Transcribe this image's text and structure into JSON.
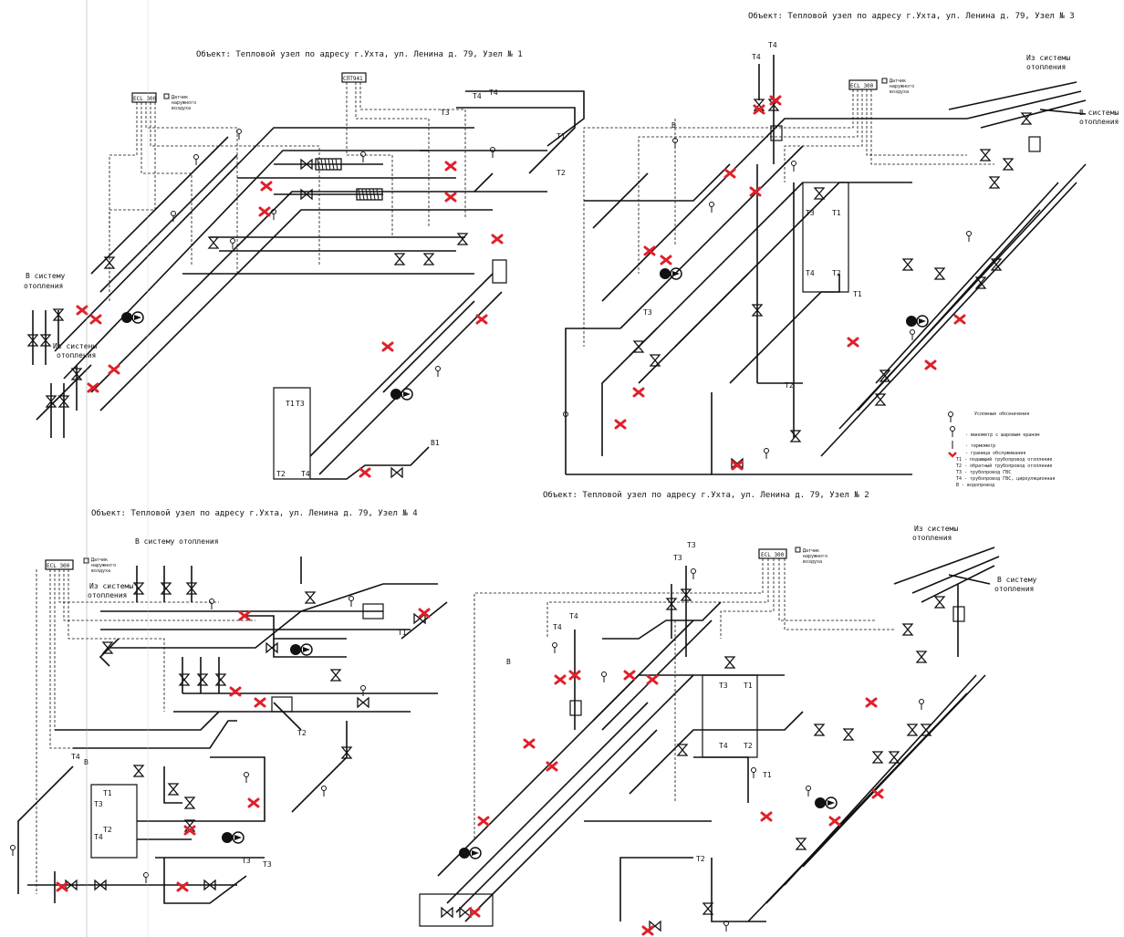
{
  "titles": {
    "n1": "Объект: Тепловой узел по адресу г.Ухта, ул. Ленина д. 79, Узел № 1",
    "n2": "Объект: Тепловой узел по адресу г.Ухта, ул. Ленина д. 79, Узел № 2",
    "n3": "Объект: Тепловой узел по адресу г.Ухта, ул. Ленина д. 79, Узел № 3",
    "n4": "Объект: Тепловой узел по адресу г.Ухта, ул. Ленина д. 79, Узел № 4"
  },
  "controller": "ECL 300",
  "controller2": "СПТ941",
  "sensor_label": [
    "Датчик",
    "наружного",
    "воздуха"
  ],
  "to_heating": [
    "В системы",
    "отопления"
  ],
  "from_heating": [
    "Из системы",
    "отопления"
  ],
  "to_heating_one": [
    "В систему",
    "отопления"
  ],
  "to_heating_single": "В систему отопления",
  "from_heating_wrap": [
    "Из систены",
    "отопления"
  ],
  "pipes": {
    "t1": "T1",
    "t2": "T2",
    "t3": "T3",
    "t4": "T4",
    "b": "B",
    "b1": "B1"
  },
  "legend": {
    "title": "Условные обозначения",
    "items": [
      "- манометр с шаровым краном",
      "- термометр",
      "- граница обслуживания",
      "T1 - подающий трубопровод отопление",
      "T2 - обратный трубопровод отопление",
      "T3 - трубопровод ГВС",
      "T4 - трубопровод ГВС, циркуляционная",
      "B - водопровод"
    ]
  },
  "colors": {
    "line": "#111111",
    "service_boundary": "#e0202a",
    "paper": "#ffffff"
  }
}
